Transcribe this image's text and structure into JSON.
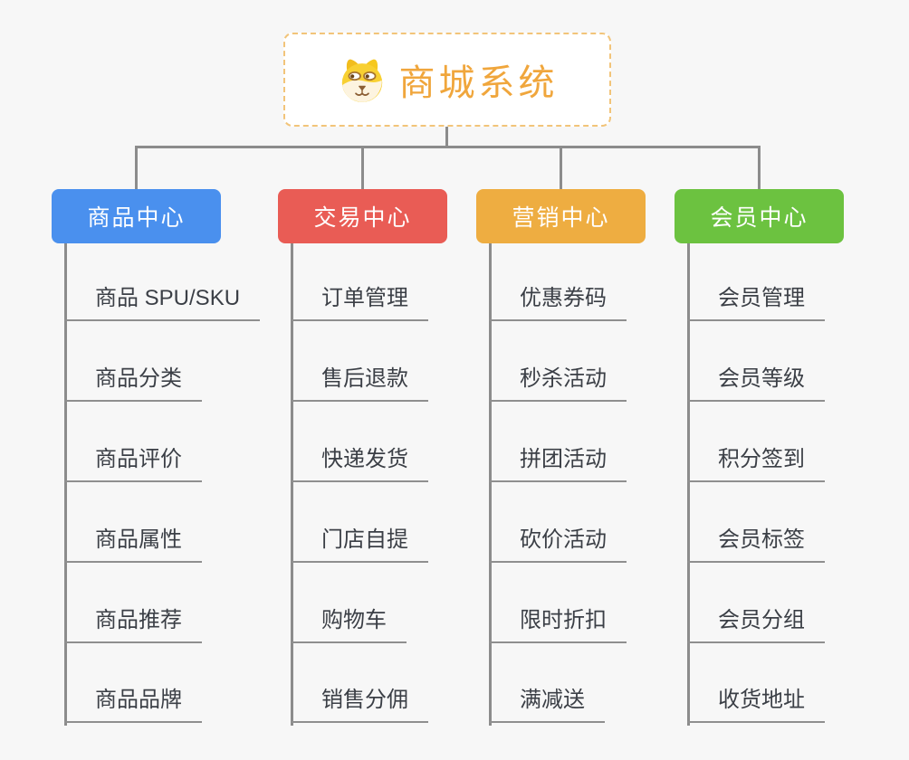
{
  "diagram": {
    "title": "商城系统",
    "root_icon": "doge-icon",
    "background_color": "#f7f7f7",
    "root_border_color": "#f2c479",
    "root_text_color": "#f0a63c",
    "connector_color": "#8c8c8c"
  },
  "branches": [
    {
      "label": "商品中心",
      "color": "#4a90ee",
      "children": [
        "商品 SPU/SKU",
        "商品分类",
        "商品评价",
        "商品属性",
        "商品推荐",
        "商品品牌"
      ]
    },
    {
      "label": "交易中心",
      "color": "#e95c55",
      "children": [
        "订单管理",
        "售后退款",
        "快递发货",
        "门店自提",
        "购物车",
        "销售分佣"
      ]
    },
    {
      "label": "营销中心",
      "color": "#eead41",
      "children": [
        "优惠券码",
        "秒杀活动",
        "拼团活动",
        "砍价活动",
        "限时折扣",
        "满减送"
      ]
    },
    {
      "label": "会员中心",
      "color": "#6cc240",
      "children": [
        "会员管理",
        "会员等级",
        "积分签到",
        "会员标签",
        "会员分组",
        "收货地址"
      ]
    }
  ]
}
